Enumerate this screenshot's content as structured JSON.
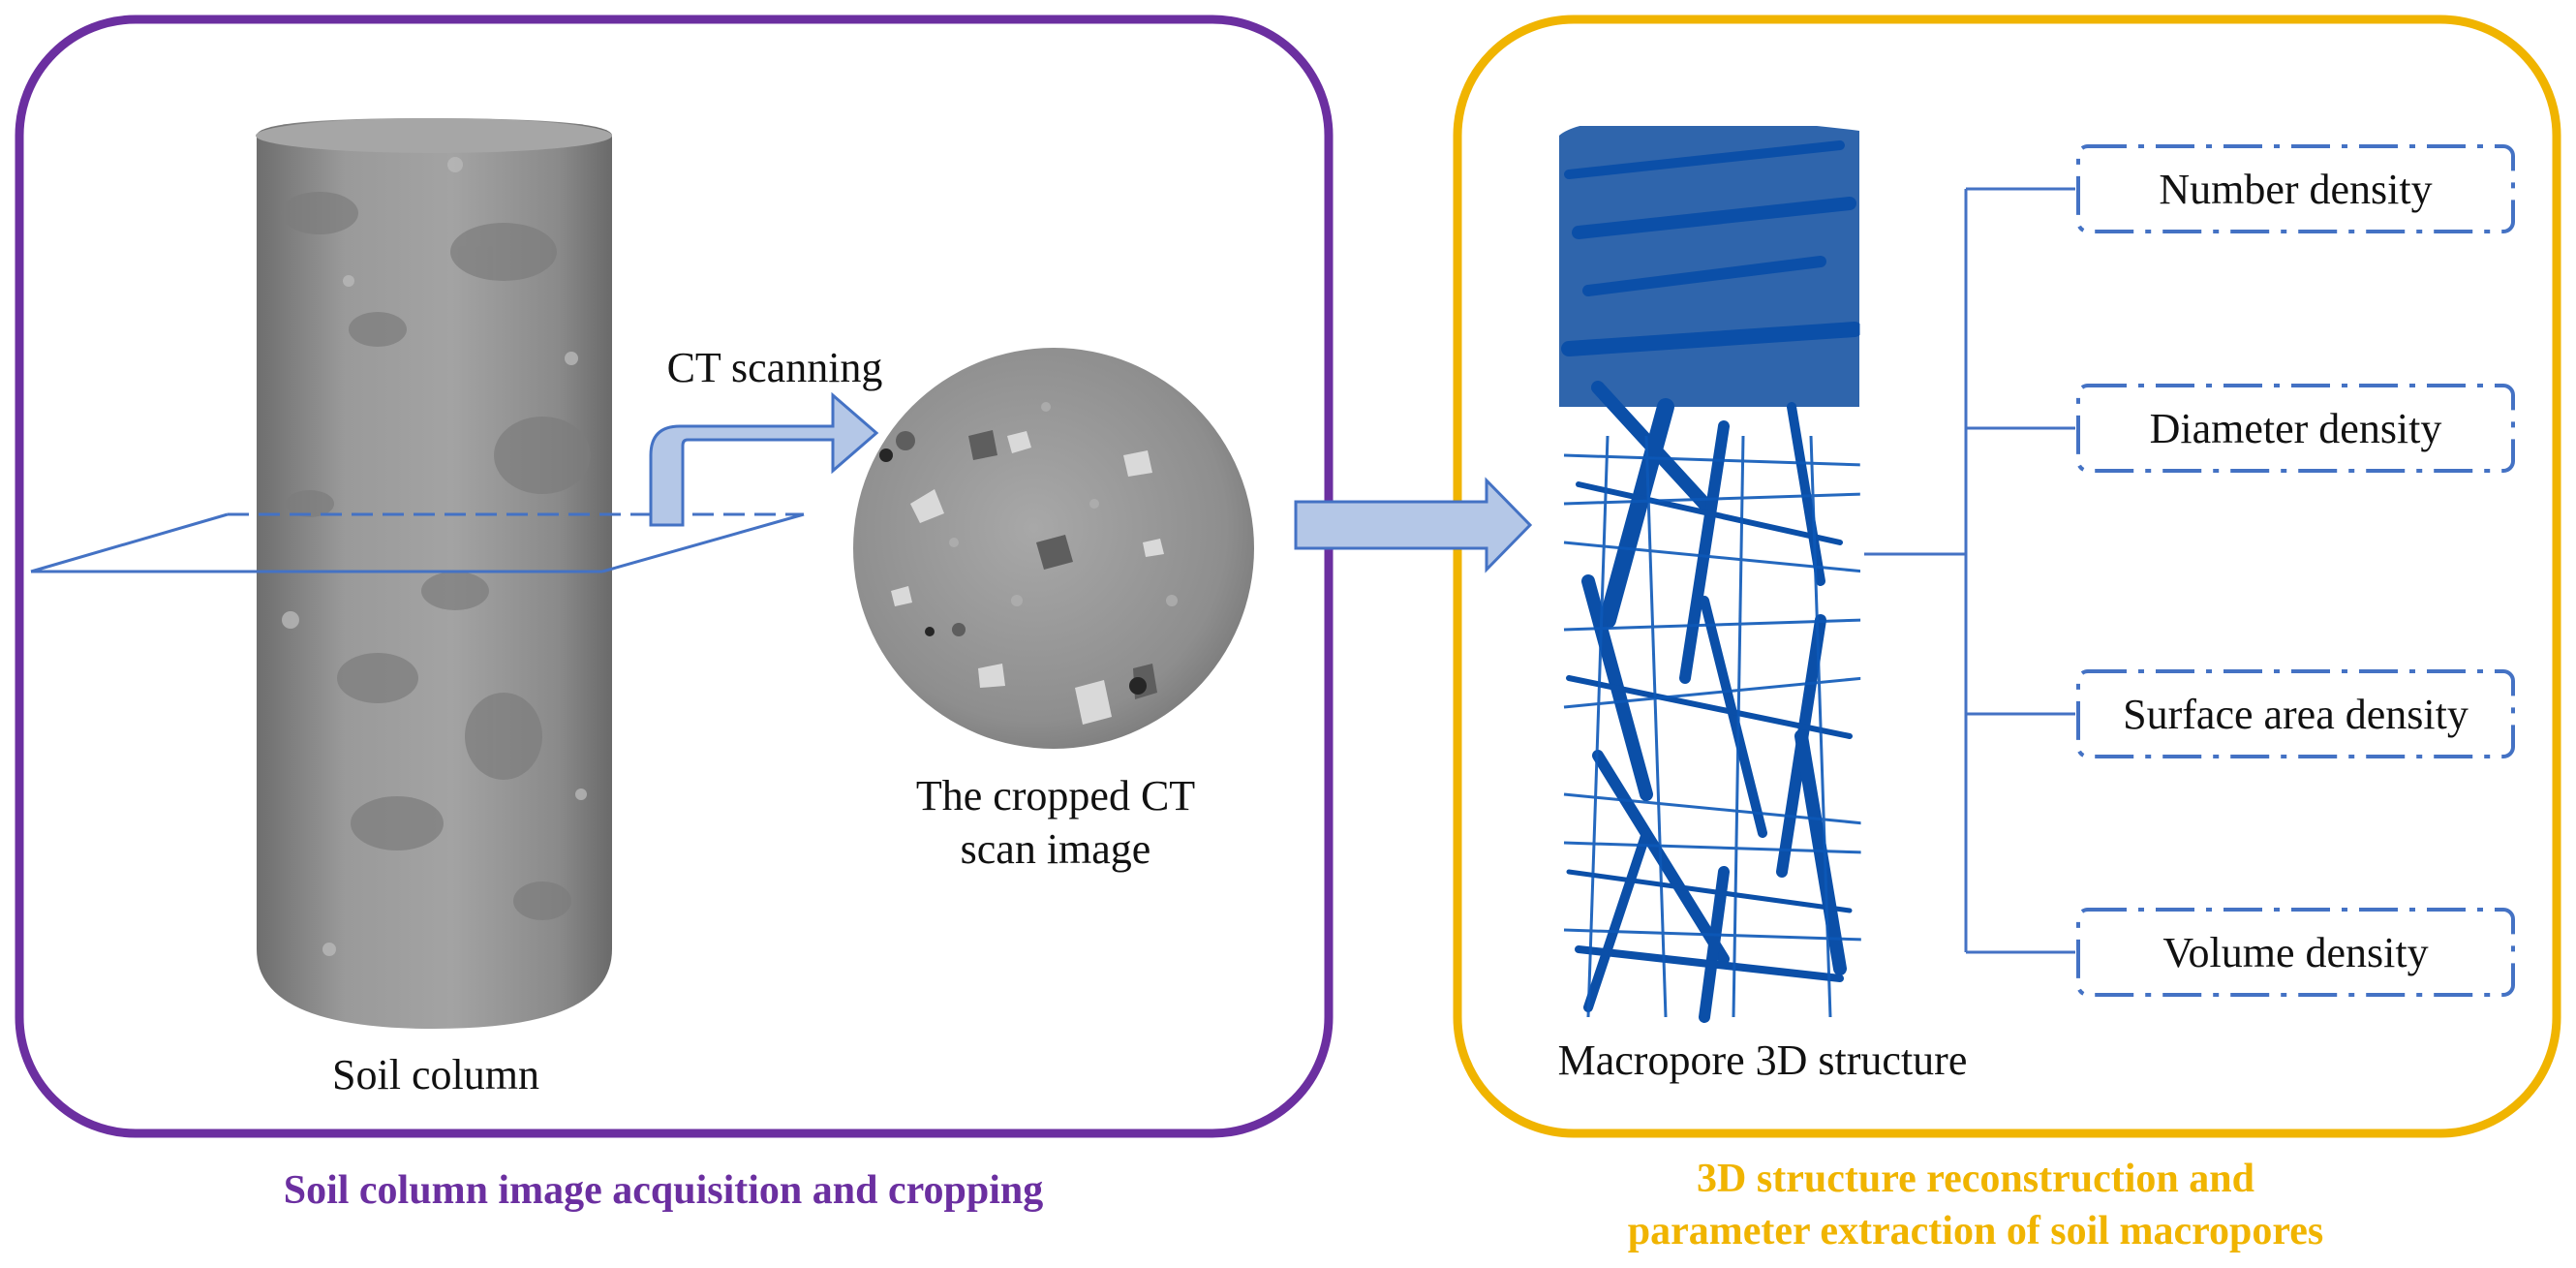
{
  "colors": {
    "left_panel": "#6b2fa0",
    "right_panel": "#f0b400",
    "arrow_fill": "#b4c7e7",
    "arrow_stroke": "#4472c4",
    "param_border": "#4472c4",
    "bracket": "#4472c4",
    "macropore": "#0b4fa8",
    "soil_gray": "#8f8f8f"
  },
  "left_panel": {
    "soil_column_label": "Soil column",
    "ct_scanning_label": "CT scanning",
    "cropped_image_label_line1": "The cropped CT",
    "cropped_image_label_line2": "scan image",
    "caption": "Soil column image acquisition and cropping"
  },
  "right_panel": {
    "structure_label": "Macropore 3D structure",
    "caption_line1": "3D structure reconstruction and",
    "caption_line2": "parameter extraction of soil macropores",
    "parameters": [
      "Number density",
      "Diameter density",
      "Surface area density",
      "Volume density"
    ]
  }
}
